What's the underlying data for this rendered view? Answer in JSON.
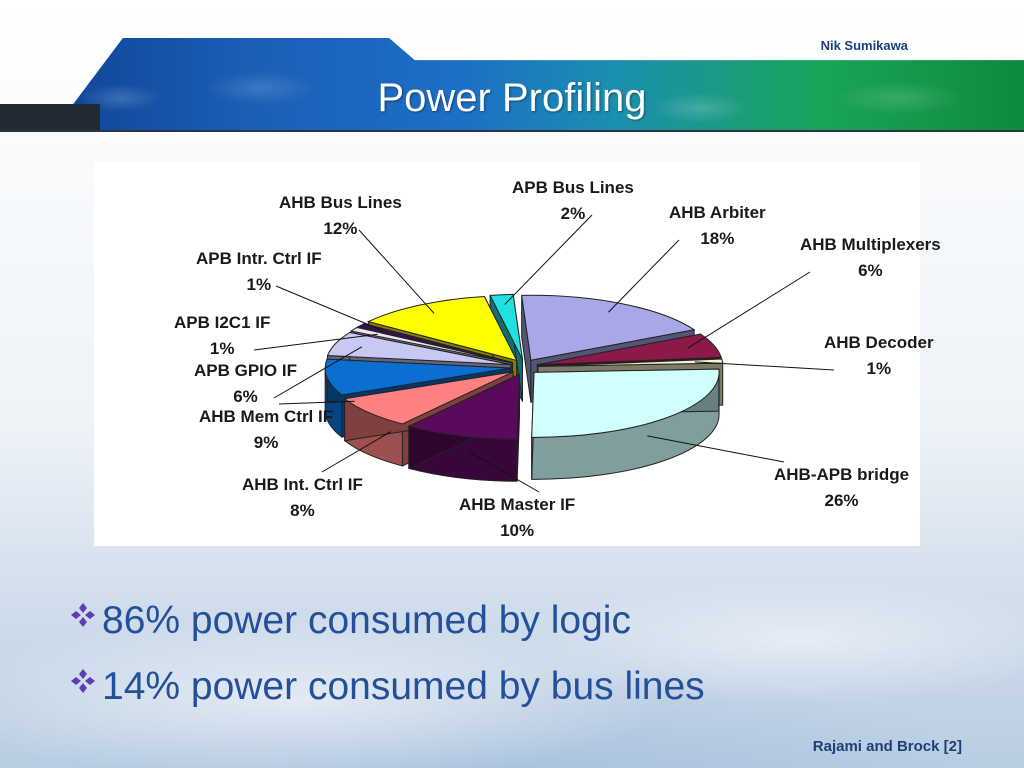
{
  "header": {
    "author": "Nik Sumikawa",
    "title": "Power Profiling"
  },
  "bullets": [
    {
      "text": "86% power consumed by logic"
    },
    {
      "text": "14% power consumed by bus lines"
    }
  ],
  "source": "Rajami and Brock [2]",
  "icons": {
    "bullet": "diamond-cluster-icon"
  },
  "colors": {
    "bullet_text": "#24509a",
    "title_text": "#ffffff"
  },
  "chart_data": {
    "type": "pie",
    "style": "exploded-3d",
    "slices": [
      {
        "label": "AHB Arbiter",
        "value": 18,
        "value_label": "18%",
        "color": "#a8a8e8"
      },
      {
        "label": "AHB Multiplexers",
        "value": 6,
        "value_label": "6%",
        "color": "#8b1a4a"
      },
      {
        "label": "AHB Decoder",
        "value": 1,
        "value_label": "1%",
        "color": "#f5f5d0"
      },
      {
        "label": "AHB-APB bridge",
        "value": 26,
        "value_label": "26%",
        "color": "#cfffff"
      },
      {
        "label": "AHB Master IF",
        "value": 10,
        "value_label": "10%",
        "color": "#5a0a5a"
      },
      {
        "label": "AHB Int. Ctrl IF",
        "value": 8,
        "value_label": "8%",
        "color": "#ff8080"
      },
      {
        "label": "AHB Mem Ctrl IF",
        "value": 9,
        "value_label": "9%",
        "color": "#0a6fd0"
      },
      {
        "label": "APB GPIO IF",
        "value": 6,
        "value_label": "6%",
        "color": "#c8c8f5"
      },
      {
        "label": "APB I2C1 IF",
        "value": 1,
        "value_label": "1%",
        "color": "#e8e8f5"
      },
      {
        "label": "APB Intr. Ctrl IF",
        "value": 1,
        "value_label": "1%",
        "color": "#3a1050"
      },
      {
        "label": "AHB Bus Lines",
        "value": 12,
        "value_label": "12%",
        "color": "#ffff00"
      },
      {
        "label": "APB Bus Lines",
        "value": 2,
        "value_label": "2%",
        "color": "#20e0e0"
      }
    ]
  }
}
